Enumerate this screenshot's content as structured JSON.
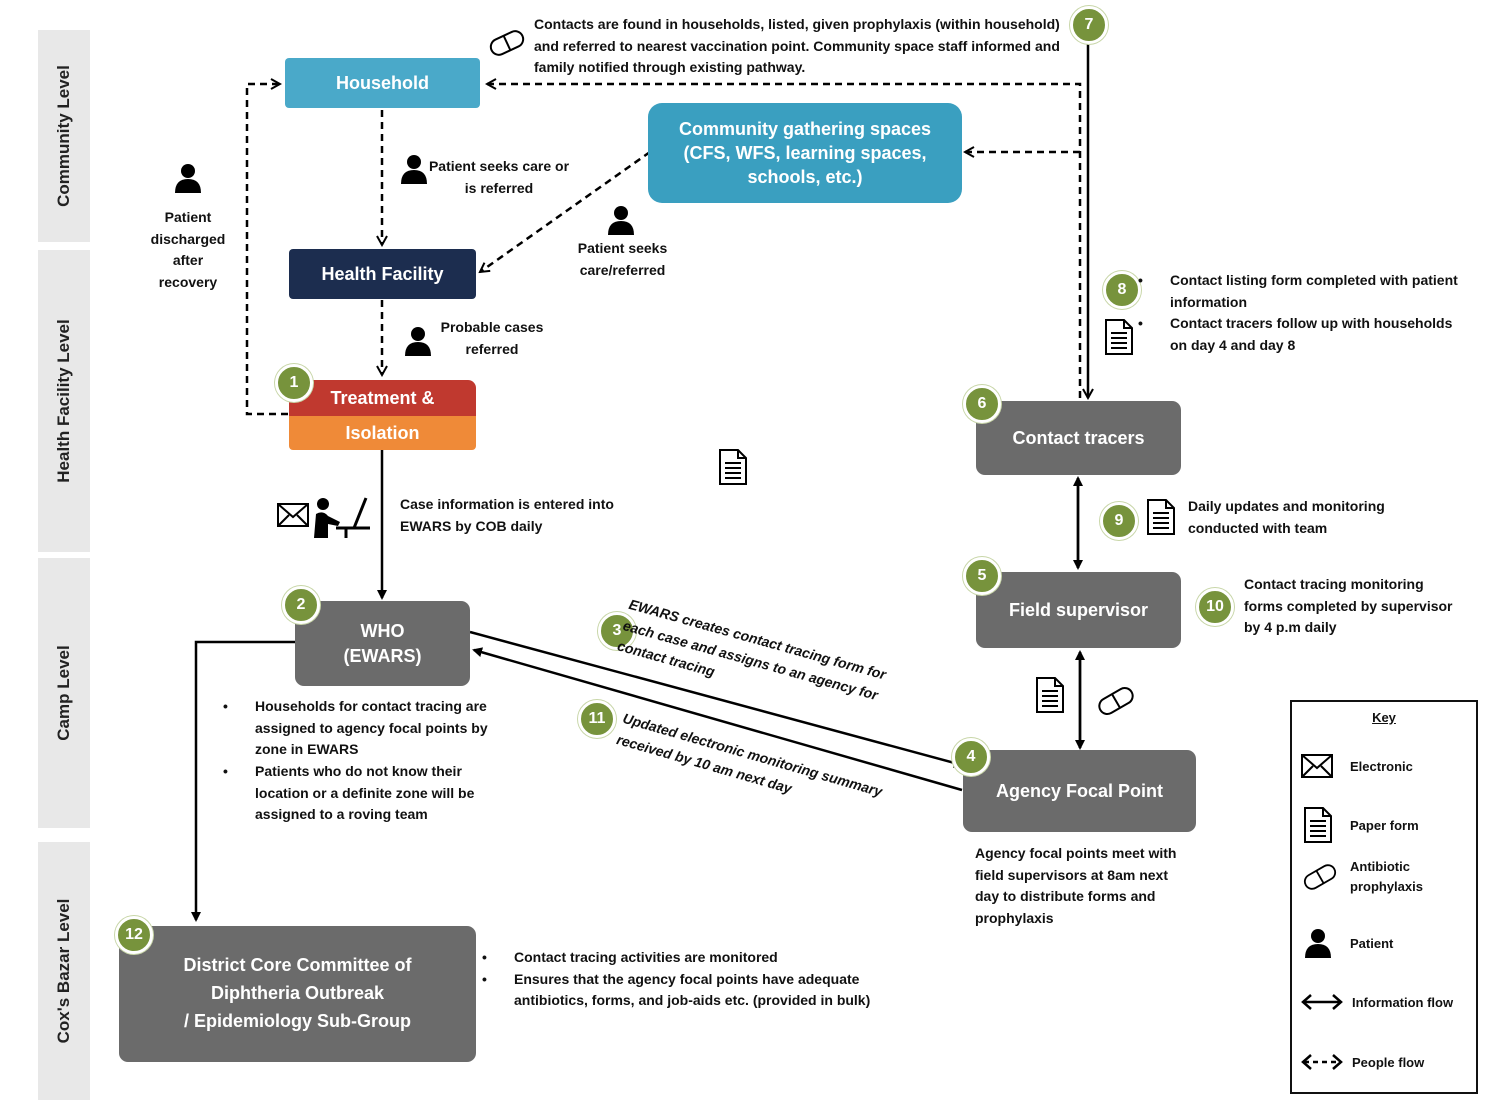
{
  "levels": [
    "Community Level",
    "Health Facility Level",
    "Camp Level",
    "Cox's Bazar Level"
  ],
  "boxes": {
    "household": "Household",
    "community_spaces": "Community gathering spaces  (CFS, WFS, learning spaces, schools, etc.)",
    "health_facility": "Health Facility",
    "treatment_line1": "Treatment &",
    "treatment_line2": "Isolation",
    "who_line1": "WHO",
    "who_line2": "(EWARS)",
    "contact_tracers": "Contact tracers",
    "field_supervisor": "Field supervisor",
    "agency_focal_point": "Agency Focal Point",
    "district_line1": "District Core Committee of",
    "district_line2": "Diphtheria Outbreak",
    "district_line3": "/ Epidemiology Sub-Group"
  },
  "badges": [
    "1",
    "2",
    "3",
    "4",
    "5",
    "6",
    "7",
    "8",
    "9",
    "10",
    "11",
    "12"
  ],
  "labels": {
    "step7": "Contacts are found in households, listed, given prophylaxis (within household) and referred to nearest vaccination point. Community space staff informed and family notified through existing pathway.",
    "patient_seeks_care_referred": "Patient seeks care or is referred",
    "patient_seeks_care_slash": "Patient seeks care/referred",
    "patient_discharged": "Patient discharged after recovery",
    "probable_cases": "Probable cases referred",
    "case_info_1": "Case information is entered into EWARS by ",
    "case_info_2": "COB daily",
    "step8_a": "Contact listing form completed with patient information",
    "step8_b1": "Contact tracers follow up with households ",
    "step8_b2": "on day 4 and day 8",
    "step9": "Daily updates and monitoring conducted with team",
    "step10_1": "Contact tracing monitoring forms completed by supervisor ",
    "step10_2": "by  4 p.m daily",
    "step3": "EWARS creates contact tracing form for each case and assigns to an agency for contact tracing",
    "step11_1": "Updated electronic monitoring summary received by ",
    "step11_2": "10 am next day",
    "who_a": "Households for contact tracing are assigned to agency focal points by zone in EWARS",
    "who_b": "Patients who do not know their location or a definite zone will be assigned to a  roving team",
    "afp_1": "Agency focal points meet with field supervisors at ",
    "afp_2": "8am next day",
    "afp_3": " to distribute forms and prophylaxis",
    "district_a": "Contact tracing activities are monitored",
    "district_b": "Ensures that the agency focal points  have adequate antibiotics, forms, and job-aids etc. (provided in bulk)"
  },
  "key": {
    "title": "Key",
    "electronic": "Electronic",
    "paper_form": "Paper form",
    "antibiotic": "Antibiotic prophylaxis",
    "patient": "Patient",
    "information_flow": "Information flow",
    "people_flow": "People flow"
  },
  "colors": {
    "household": "#4aa9c9",
    "community": "#3a9fc0",
    "health_facility": "#1c2d4f",
    "treatment_red": "#c0392f",
    "isolation_orange": "#ef8a38",
    "gray_box": "#6b6b6b",
    "badge": "#77933c"
  }
}
